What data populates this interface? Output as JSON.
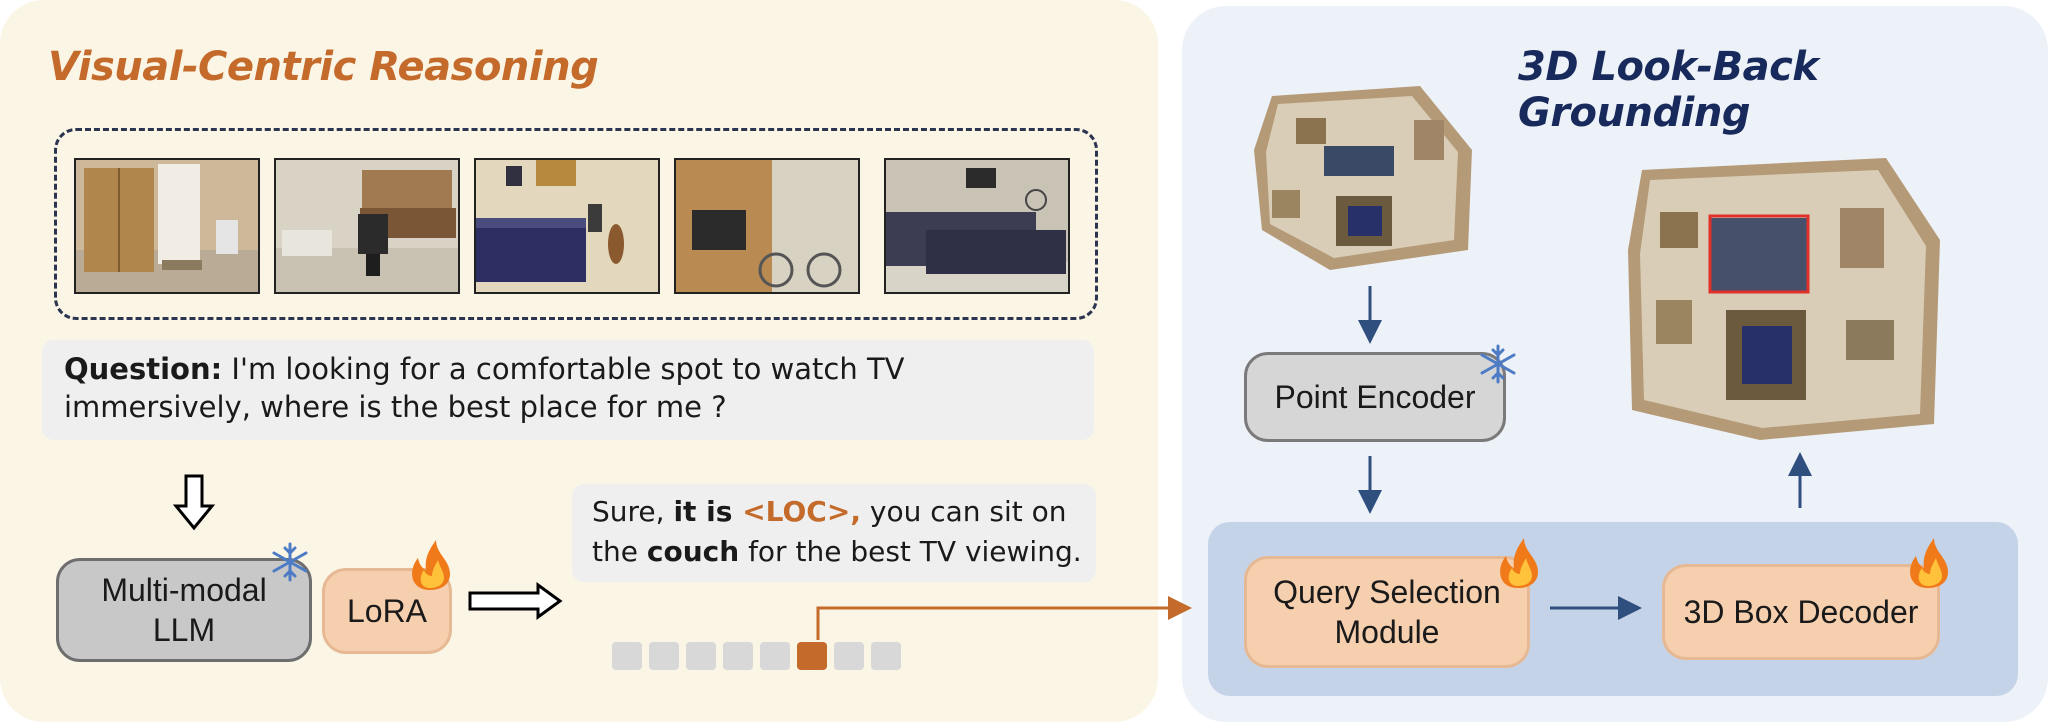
{
  "left_panel": {
    "title": "Visual-Centric Reasoning",
    "question": {
      "prefix": "Question:",
      "text": "I'm looking for a comfortable spot to watch TV immersively, where is the best place for me ?"
    },
    "answer": {
      "part1": "Sure, ",
      "bold1": "it is ",
      "loc": "<LOC>,",
      "part2": " you can sit on the ",
      "bold2": "couch",
      "part3": " for the best TV viewing."
    },
    "llm_label": "Multi-modal LLM",
    "lora_label": "LoRA",
    "tokens": 8,
    "active_token_index": 5
  },
  "right_panel": {
    "title": "3D Look-Back Grounding",
    "point_encoder_label": "Point Encoder",
    "query_selection_label": "Query Selection Module",
    "box_decoder_label": "3D Box Decoder"
  },
  "icons": {
    "frozen": "snowflake-icon",
    "trainable": "fire-icon"
  },
  "colors": {
    "accent_orange": "#c46a2b",
    "navy": "#18295c",
    "arrow_blue": "#2f4f7f"
  }
}
